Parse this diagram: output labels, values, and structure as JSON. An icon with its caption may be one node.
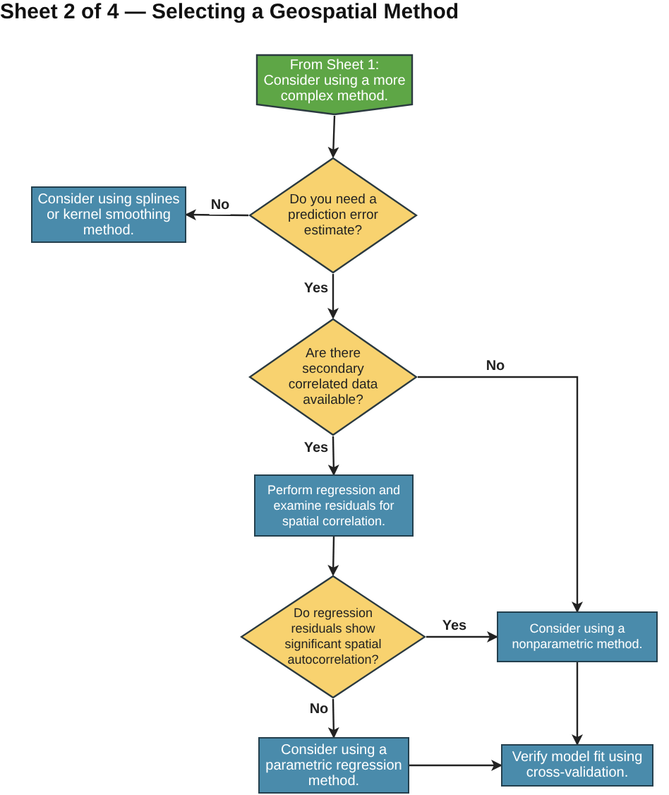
{
  "diagram": {
    "title": "Sheet 2 of 4 — Selecting a Geospatial Method",
    "nodes": [
      {
        "text": [
          "From Sheet 1: Consider using a more complex method."
        ]
      },
      {
        "text": [
          "Do you need a prediction error estimate?"
        ]
      },
      {
        "text": [
          "Consider using splines or kernel smoothing method."
        ]
      },
      {
        "text": [
          "Are there secondary correlated data available?"
        ]
      },
      {
        "text": [
          "Perform regression and examine residuals for spatial correlation."
        ]
      },
      {
        "text": [
          "Do regression residuals show significant spatial autocorrelation?"
        ]
      },
      {
        "text": [
          "Consider using a nonparametric method."
        ]
      },
      {
        "text": [
          "Consider using a parametric regression method."
        ]
      },
      {
        "text": [
          "Verify model fit using cross-validation."
        ]
      }
    ],
    "edges": [
      {
        "from": 0,
        "to": 1,
        "arrow": "to"
      },
      {
        "from": 1,
        "to": 2,
        "arrow": "to",
        "label": "No"
      },
      {
        "from": 1,
        "to": 3,
        "arrow": "to",
        "label": "Yes"
      },
      {
        "from": 3,
        "to": 6,
        "arrow": "to",
        "label": "No"
      },
      {
        "from": 3,
        "to": 4,
        "arrow": "to",
        "label": "Yes"
      },
      {
        "from": 4,
        "to": 5,
        "arrow": "to"
      },
      {
        "from": 5,
        "to": 6,
        "arrow": "to",
        "label": "Yes"
      },
      {
        "from": 5,
        "to": 7,
        "arrow": "to",
        "label": "No"
      },
      {
        "from": 6,
        "to": 8,
        "arrow": "to"
      },
      {
        "from": 7,
        "to": 8,
        "arrow": "to"
      }
    ]
  }
}
